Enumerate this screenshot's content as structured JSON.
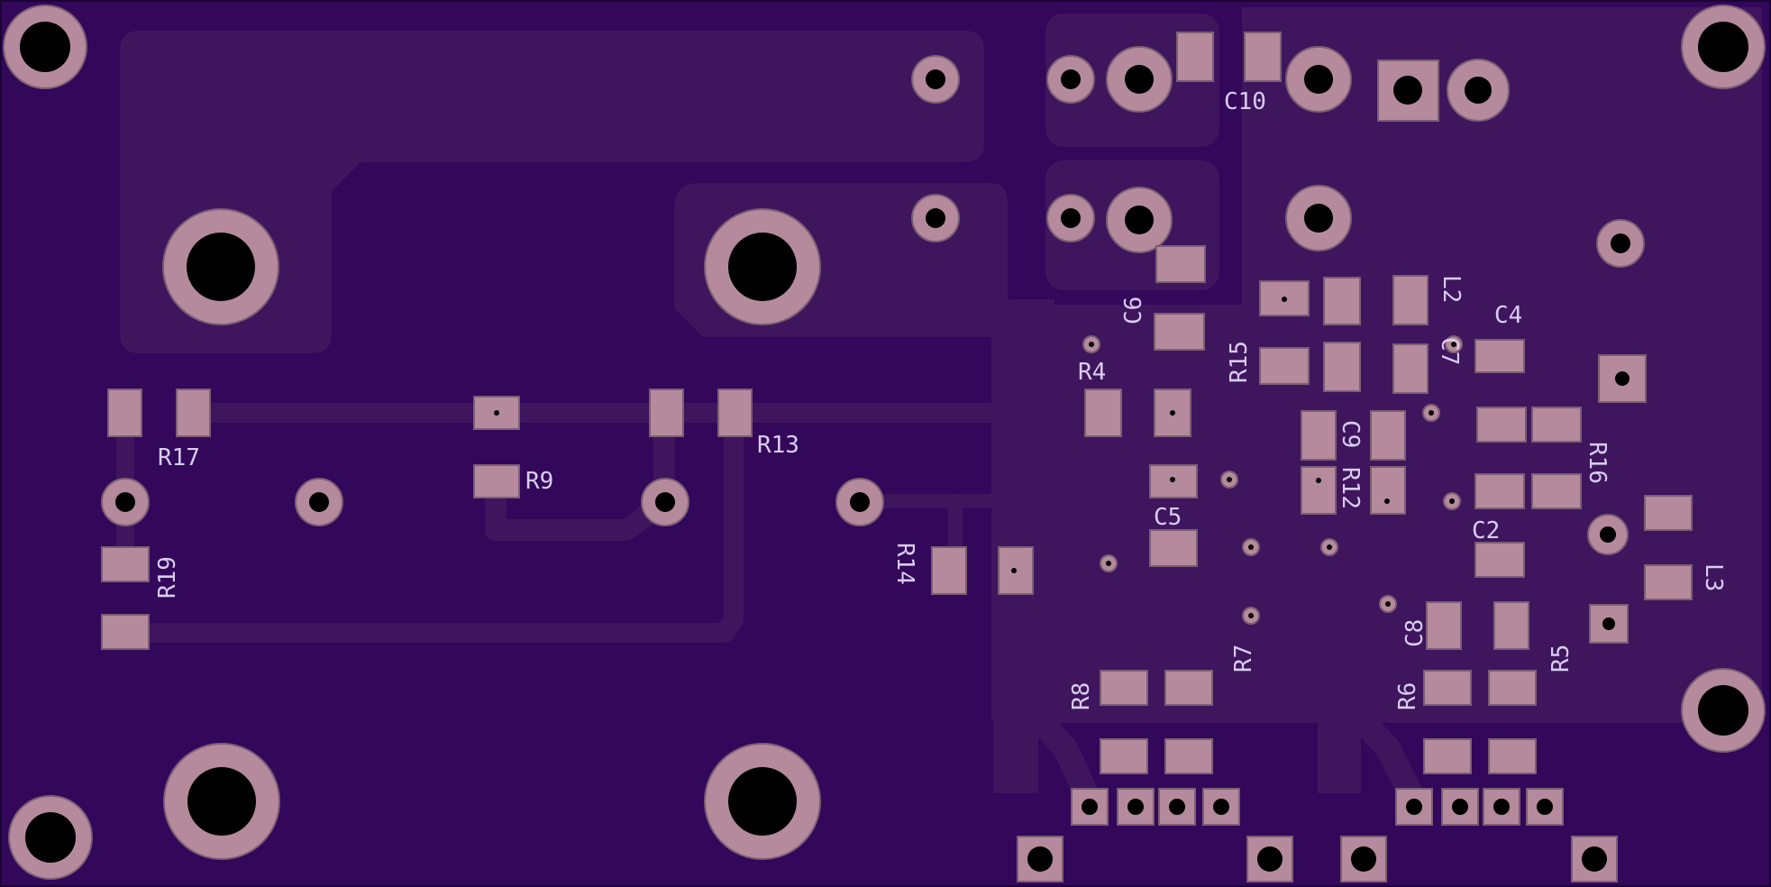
{
  "colors": {
    "board": "#33075a",
    "pour": "#3f155e",
    "trace": "#3f155e",
    "pad": "#b48a9c",
    "pad_edge": "#7a5f73",
    "hole": "#000000",
    "silkscreen": "#d8cdf0",
    "outline": "#1a0533"
  },
  "labels": {
    "c10": "C10",
    "c6": "C6",
    "c4": "C4",
    "c7": "C7",
    "c9": "C9",
    "c5": "C5",
    "c2": "C2",
    "c8": "C8",
    "l2": "L2",
    "l3": "L3",
    "r4": "R4",
    "r5": "R5",
    "r6": "R6",
    "r7": "R7",
    "r8": "R8",
    "r9": "R9",
    "r12": "R12",
    "r13": "R13",
    "r14": "R14",
    "r15": "R15",
    "r16": "R16",
    "r17": "R17",
    "r19": "R19"
  }
}
